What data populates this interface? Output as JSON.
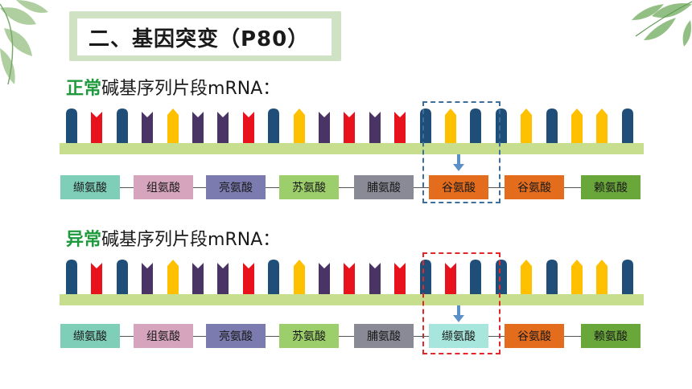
{
  "title": "二、基因突变（P80）",
  "normal": {
    "label_highlight": "正常",
    "label_rest": "碱基序列片段mRNA：",
    "bases": [
      "blue",
      "red",
      "blue",
      "purple",
      "yellow",
      "purple",
      "purple",
      "red",
      "blue",
      "yellow",
      "purple",
      "red",
      "purple",
      "red",
      "blue",
      "yellow",
      "blue",
      "blue",
      "yellow",
      "blue",
      "yellow",
      "yellow",
      "blue"
    ],
    "amino_acids": [
      {
        "name": "缬氨酸",
        "color": "#7fcfb8"
      },
      {
        "name": "组氨酸",
        "color": "#d6a4bd"
      },
      {
        "name": "亮氨酸",
        "color": "#7b7bb0"
      },
      {
        "name": "苏氨酸",
        "color": "#9ccf6b"
      },
      {
        "name": "脯氨酸",
        "color": "#8a8a96"
      },
      {
        "name": "谷氨酸",
        "color": "#e36c1d"
      },
      {
        "name": "谷氨酸",
        "color": "#e36c1d"
      },
      {
        "name": "赖氨酸",
        "color": "#6aa73a"
      }
    ],
    "box_color": "#3d6f9c"
  },
  "mutant": {
    "label_highlight": "异常",
    "label_rest": "碱基序列片段mRNA：",
    "bases": [
      "blue",
      "red",
      "blue",
      "purple",
      "yellow",
      "purple",
      "purple",
      "red",
      "blue",
      "yellow",
      "purple",
      "red",
      "purple",
      "red",
      "blue",
      "red",
      "blue",
      "blue",
      "yellow",
      "blue",
      "yellow",
      "yellow",
      "blue"
    ],
    "amino_acids": [
      {
        "name": "缬氨酸",
        "color": "#7fcfb8"
      },
      {
        "name": "组氨酸",
        "color": "#d6a4bd"
      },
      {
        "name": "亮氨酸",
        "color": "#7b7bb0"
      },
      {
        "name": "苏氨酸",
        "color": "#9ccf6b"
      },
      {
        "name": "脯氨酸",
        "color": "#8a8a96"
      },
      {
        "name": "缬氨酸",
        "color": "#a6e6dc"
      },
      {
        "name": "谷氨酸",
        "color": "#e36c1d"
      },
      {
        "name": "赖氨酸",
        "color": "#6aa73a"
      }
    ],
    "box_color": "#e0282a"
  },
  "colors": {
    "blue": "#1f4e79",
    "red": "#e8121c",
    "purple": "#4a3466",
    "yellow": "#ffc000",
    "strand": "#c6de8e",
    "arrow": "#5b8fc8"
  }
}
